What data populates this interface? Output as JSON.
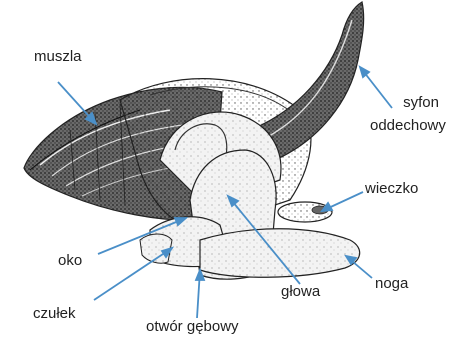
{
  "colors": {
    "pointer": "#4a8fc8",
    "ink": "#222222",
    "shell_dark": "#3d3d3d",
    "body_fill": "#f2f2f2"
  },
  "labels": {
    "muszla": "muszla",
    "syfon_line1": "syfon",
    "syfon_line2": "oddechowy",
    "wieczko": "wieczko",
    "oko": "oko",
    "noga": "noga",
    "glowa": "głowa",
    "czulek": "czułek",
    "otwor": "otwór gębowy"
  }
}
